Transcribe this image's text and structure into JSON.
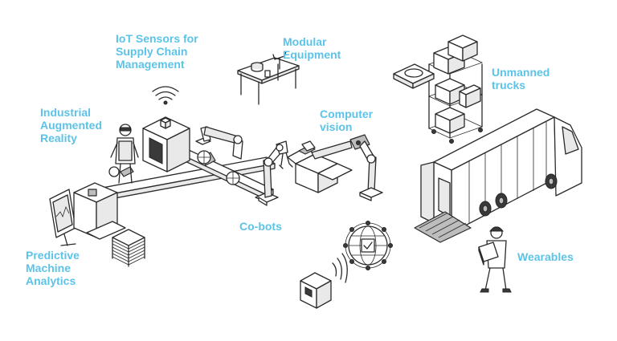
{
  "labels": {
    "iot": [
      "IoT Sensors for",
      "Supply Chain",
      "Management"
    ],
    "modular": [
      "Modular",
      "Equipment"
    ],
    "unmanned": [
      "Unmanned",
      "trucks"
    ],
    "industrial_ar": [
      "Industrial",
      "Augmented",
      "Reality"
    ],
    "computer_vision": [
      "Computer",
      "vision"
    ],
    "cobots": [
      "Co-bots"
    ],
    "predictive": [
      "Predictive",
      "Machine",
      "Analytics"
    ],
    "wearables": [
      "Wearables"
    ]
  },
  "colors": {
    "accent": "#5cc3e8",
    "line": "#2a2a2a",
    "fill": "#ffffff",
    "shade": "#e9e9e9"
  }
}
